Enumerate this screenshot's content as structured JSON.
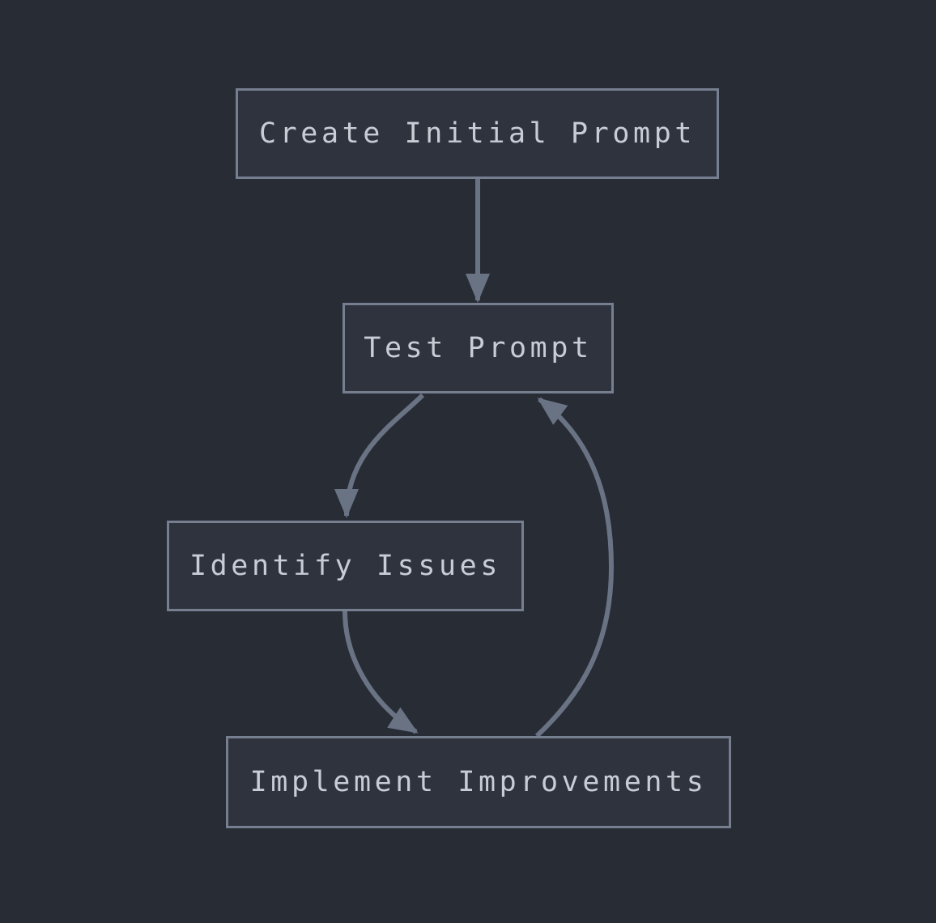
{
  "diagram": {
    "type": "flowchart",
    "direction": "top-down",
    "colors": {
      "background": "#282c35",
      "node_fill": "#2f333d",
      "node_border": "#767f90",
      "text": "#c8ccd4",
      "arrow": "#6a7384"
    },
    "nodes": [
      {
        "id": "create",
        "label": "Create Initial Prompt"
      },
      {
        "id": "test",
        "label": "Test Prompt"
      },
      {
        "id": "identify",
        "label": "Identify Issues"
      },
      {
        "id": "implement",
        "label": "Implement Improvements"
      }
    ],
    "edges": [
      {
        "from": "create",
        "to": "test",
        "shape": "straight-down"
      },
      {
        "from": "test",
        "to": "identify",
        "shape": "curve-down-left"
      },
      {
        "from": "identify",
        "to": "implement",
        "shape": "curve-down-right"
      },
      {
        "from": "implement",
        "to": "test",
        "shape": "curve-up-right"
      }
    ]
  }
}
